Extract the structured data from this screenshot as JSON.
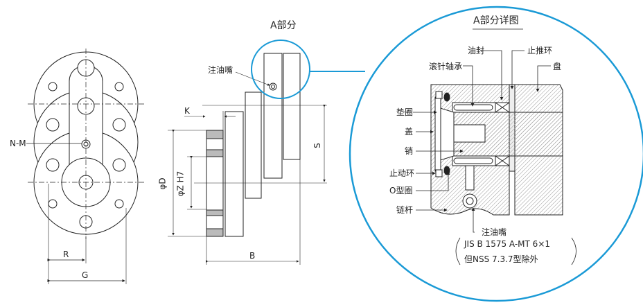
{
  "front_view": {
    "nm": "N-M",
    "r": "R",
    "g": "G"
  },
  "side_view": {
    "a_part": "A部分",
    "grease_nipple": "注油嘴",
    "k": "K",
    "phi_d": "φD",
    "phi_z": "φZ H7",
    "s": "S",
    "b": "B"
  },
  "detail": {
    "title": "A部分详图",
    "labels": {
      "oil_seal": "油封",
      "thrust_ring": "止推环",
      "needle_bearing": "滚针轴承",
      "disc": "盘",
      "washer": "垫圈",
      "cover": "盖",
      "pin": "销",
      "snap_ring": "止动环",
      "o_ring": "O型圈",
      "link": "链杆",
      "grease_nipple": "注油嘴"
    },
    "note_line1": "JIS B 1575 A-MT 6×1",
    "note_line2": "但NSS 7.3.7型除外"
  },
  "colors": {
    "accent": "#1a9ad6",
    "line": "#222222"
  }
}
